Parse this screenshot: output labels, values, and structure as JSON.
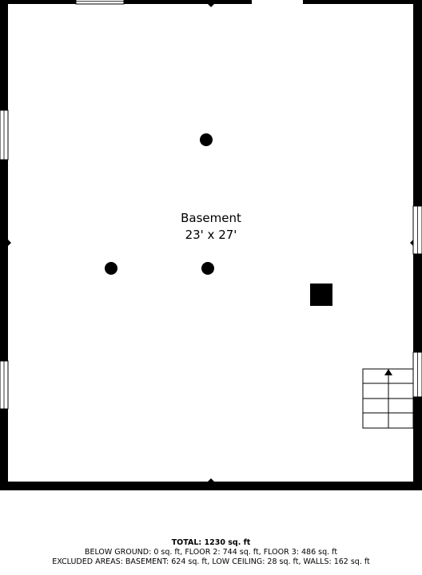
{
  "room": {
    "name": "Basement",
    "dimensions": "23' x 27'"
  },
  "summary": {
    "total": "TOTAL: 1230 sq. ft",
    "below_ground": "BELOW GROUND: 0 sq. ft, FLOOR 2: 744 sq. ft, FLOOR 3: 486 sq. ft",
    "excluded": "EXCLUDED AREAS: BASEMENT: 624 sq. ft, LOW CEILING: 28 sq. ft, WALLS: 162 sq. ft",
    "footnote": ""
  },
  "colors": {
    "wall": "#000000",
    "floor": "#ffffff"
  },
  "icons": [
    "support-column-icon",
    "chimney-icon",
    "stairs-icon",
    "window-icon",
    "door-opening-icon"
  ]
}
